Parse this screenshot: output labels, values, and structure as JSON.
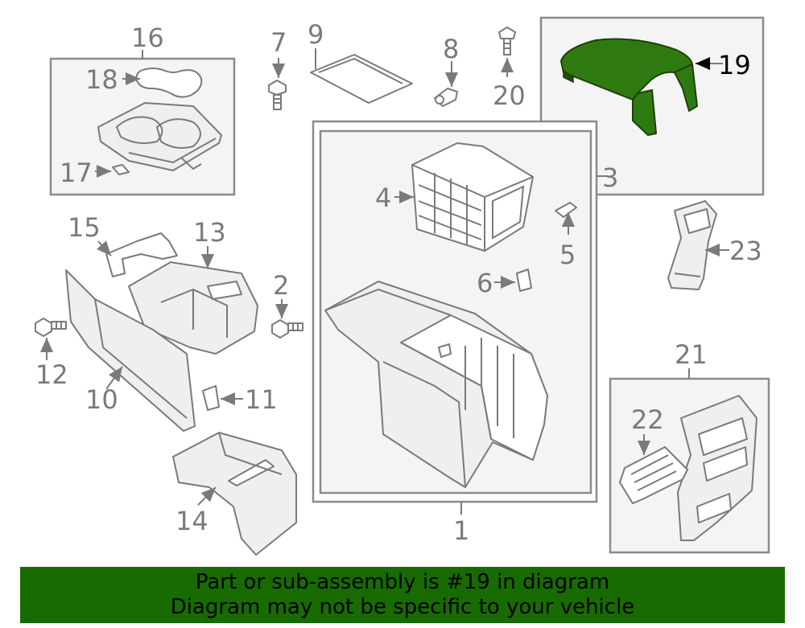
{
  "callouts": {
    "c1": "1",
    "c2": "2",
    "c3": "3",
    "c4": "4",
    "c5": "5",
    "c6": "6",
    "c7": "7",
    "c8": "8",
    "c9": "9",
    "c10": "10",
    "c11": "11",
    "c12": "12",
    "c13": "13",
    "c14": "14",
    "c15": "15",
    "c16": "16",
    "c17": "17",
    "c18": "18",
    "c19": "19",
    "c20": "20",
    "c21": "21",
    "c22": "22",
    "c23": "23"
  },
  "highlight": {
    "part": "19",
    "color": "#2f7a10"
  },
  "banner": {
    "line1": "Part or sub-assembly is #19 in diagram",
    "line2": "Diagram may not be specific to your vehicle",
    "color": "#176b00"
  }
}
